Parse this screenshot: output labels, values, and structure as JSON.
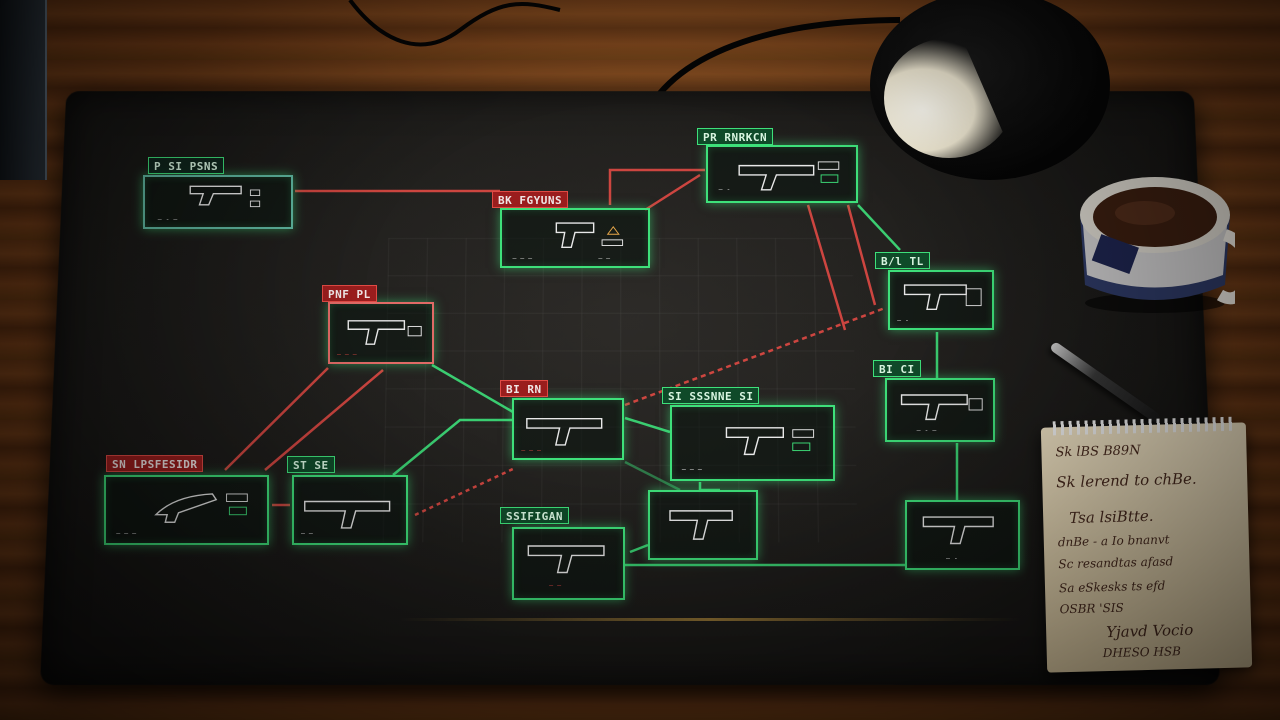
{
  "scene": {
    "description_labels": {
      "tag1": "P SI PSNS",
      "tag2": "BK FGYUNS",
      "tag3": "PR RNRKCN",
      "tag4": "PNF PL",
      "tag5": "B/l TL",
      "tag6": "BI RN",
      "tag7": "SI SSSNNE SI",
      "tag8": "BI CI",
      "tag9": "SN LPSFESIDR",
      "tag10": "ST SE",
      "tag11": "SSIFIGAN"
    },
    "notepad": {
      "lines": [
        "Sk lBS B89N",
        "Sk lerend to chBe.",
        "Tsa  lsiBtte.",
        "dnBe - a Io bnanvt",
        "Sc  resandtas afasd",
        "Sa eSkesks ts efd",
        "OSBR 'SIS",
        "Yjavd  Vocio",
        "DHESO HSB"
      ]
    },
    "colors": {
      "green_link": "#3ee07a",
      "red_link": "#e04a44",
      "mat": "#1c1b19",
      "wood": "#5a2f12"
    }
  }
}
